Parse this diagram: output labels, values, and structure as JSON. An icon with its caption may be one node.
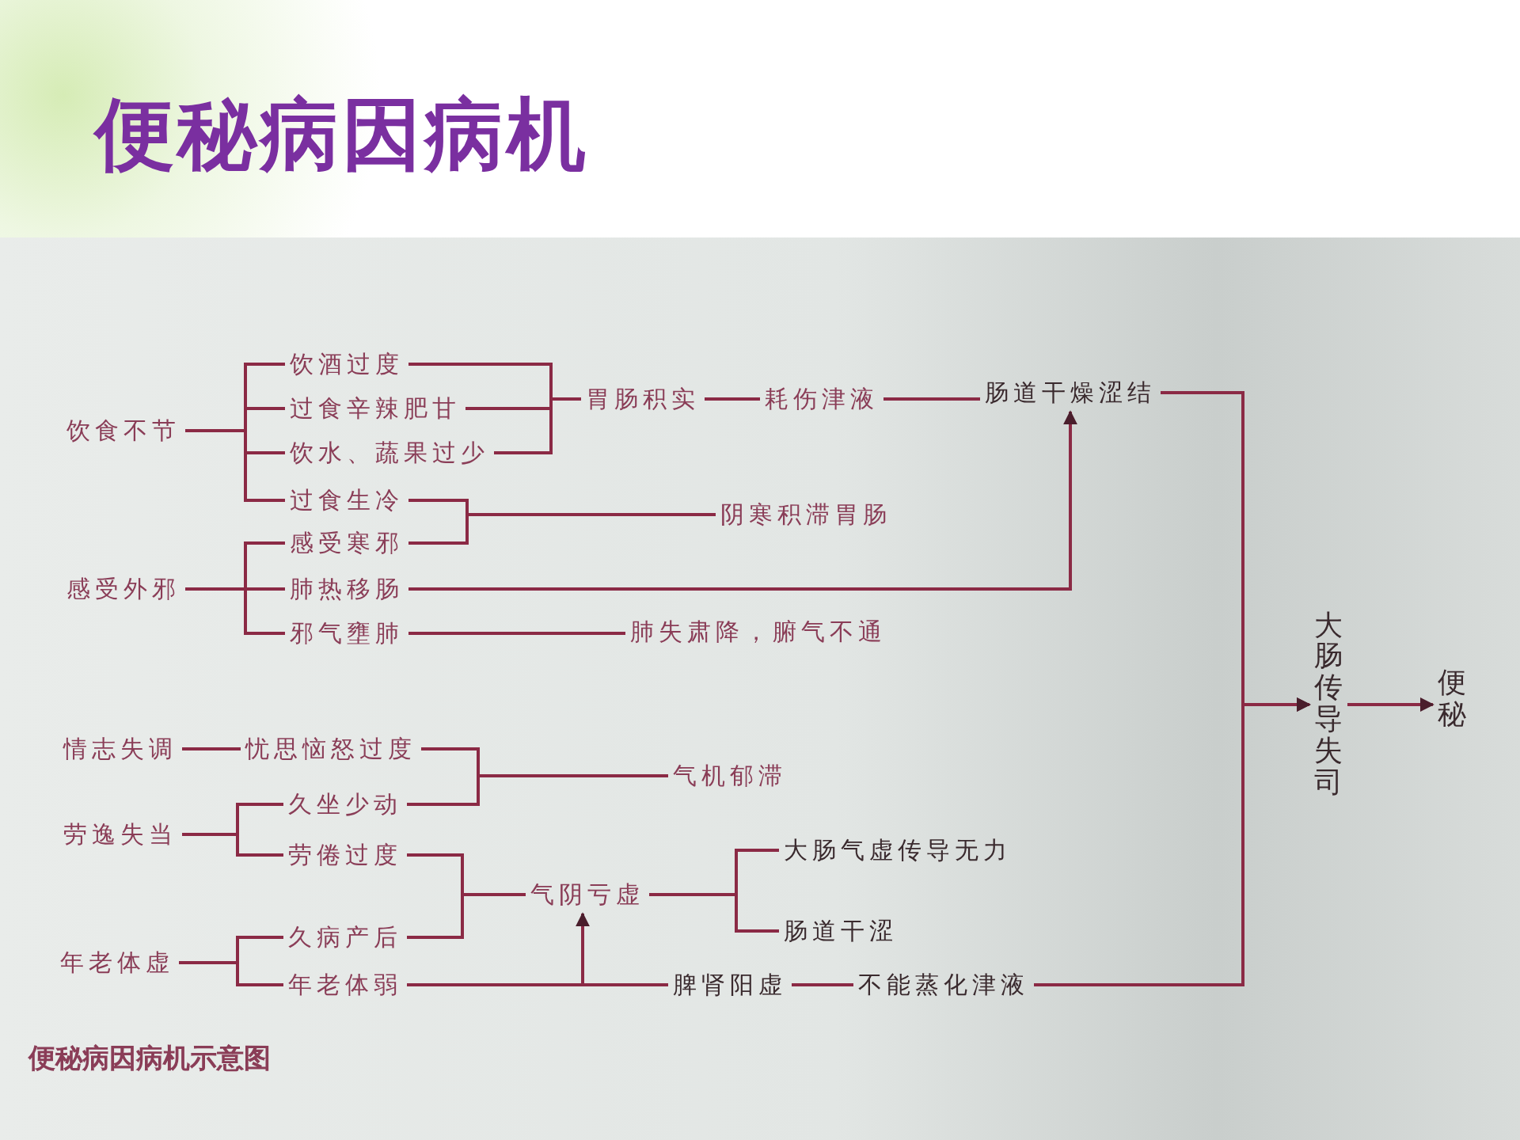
{
  "diagram": {
    "title": "便秘病因病机",
    "caption": "便秘病因病机示意图",
    "nodes": [
      {
        "text": [
          "饮食不节"
        ]
      },
      {
        "text": [
          "饮酒过度"
        ]
      },
      {
        "text": [
          "过食辛辣肥甘"
        ]
      },
      {
        "text": [
          "饮水、蔬果过少"
        ]
      },
      {
        "text": [
          "过食生冷"
        ]
      },
      {
        "text": [
          "感受寒邪"
        ]
      },
      {
        "text": [
          "感受外邪"
        ]
      },
      {
        "text": [
          "肺热移肠"
        ]
      },
      {
        "text": [
          "邪气壅肺"
        ]
      },
      {
        "text": [
          "胃肠积实"
        ]
      },
      {
        "text": [
          "耗伤津液"
        ]
      },
      {
        "text": [
          "肠道干燥涩结"
        ]
      },
      {
        "text": [
          "阴寒积滞胃肠"
        ]
      },
      {
        "text": [
          "肺失肃降，腑气不通"
        ]
      },
      {
        "text": [
          "大肠传导失司"
        ]
      },
      {
        "text": [
          "便秘"
        ]
      },
      {
        "text": [
          "情志失调"
        ]
      },
      {
        "text": [
          "忧思恼怒过度"
        ]
      },
      {
        "text": [
          "劳逸失当"
        ]
      },
      {
        "text": [
          "久坐少动"
        ]
      },
      {
        "text": [
          "劳倦过度"
        ]
      },
      {
        "text": [
          "气机郁滞"
        ]
      },
      {
        "text": [
          "气阴亏虚"
        ]
      },
      {
        "text": [
          "大肠气虚传导无力"
        ]
      },
      {
        "text": [
          "肠道干涩"
        ]
      },
      {
        "text": [
          "年老体虚"
        ]
      },
      {
        "text": [
          "久病产后"
        ]
      },
      {
        "text": [
          "年老体弱"
        ]
      },
      {
        "text": [
          "脾肾阳虚"
        ]
      },
      {
        "text": [
          "不能蒸化津液"
        ]
      }
    ],
    "edges": [
      {
        "from": 0,
        "to": 1,
        "arrow": "none"
      },
      {
        "from": 0,
        "to": 2,
        "arrow": "none"
      },
      {
        "from": 0,
        "to": 3,
        "arrow": "none"
      },
      {
        "from": 0,
        "to": 4,
        "arrow": "none"
      },
      {
        "from": 1,
        "to": 9,
        "arrow": "none"
      },
      {
        "from": 2,
        "to": 9,
        "arrow": "none"
      },
      {
        "from": 3,
        "to": 9,
        "arrow": "none"
      },
      {
        "from": 9,
        "to": 10,
        "arrow": "none"
      },
      {
        "from": 10,
        "to": 11,
        "arrow": "none"
      },
      {
        "from": 4,
        "to": 12,
        "arrow": "none"
      },
      {
        "from": 5,
        "to": 12,
        "arrow": "none"
      },
      {
        "from": 6,
        "to": 5,
        "arrow": "none"
      },
      {
        "from": 6,
        "to": 7,
        "arrow": "none"
      },
      {
        "from": 6,
        "to": 8,
        "arrow": "none"
      },
      {
        "from": 7,
        "to": 11,
        "arrow": "to"
      },
      {
        "from": 8,
        "to": 13,
        "arrow": "none"
      },
      {
        "from": 11,
        "to": 14,
        "arrow": "to"
      },
      {
        "from": 29,
        "to": 14,
        "arrow": "to"
      },
      {
        "from": 14,
        "to": 15,
        "arrow": "to"
      },
      {
        "from": 16,
        "to": 17,
        "arrow": "none"
      },
      {
        "from": 17,
        "to": 21,
        "arrow": "none"
      },
      {
        "from": 19,
        "to": 21,
        "arrow": "none"
      },
      {
        "from": 18,
        "to": 19,
        "arrow": "none"
      },
      {
        "from": 18,
        "to": 20,
        "arrow": "none"
      },
      {
        "from": 20,
        "to": 22,
        "arrow": "none"
      },
      {
        "from": 26,
        "to": 22,
        "arrow": "none"
      },
      {
        "from": 22,
        "to": 23,
        "arrow": "none"
      },
      {
        "from": 22,
        "to": 24,
        "arrow": "none"
      },
      {
        "from": 25,
        "to": 26,
        "arrow": "none"
      },
      {
        "from": 25,
        "to": 27,
        "arrow": "none"
      },
      {
        "from": 27,
        "to": 22,
        "arrow": "to"
      },
      {
        "from": 27,
        "to": 28,
        "arrow": "none"
      },
      {
        "from": 28,
        "to": 29,
        "arrow": "none"
      }
    ]
  }
}
